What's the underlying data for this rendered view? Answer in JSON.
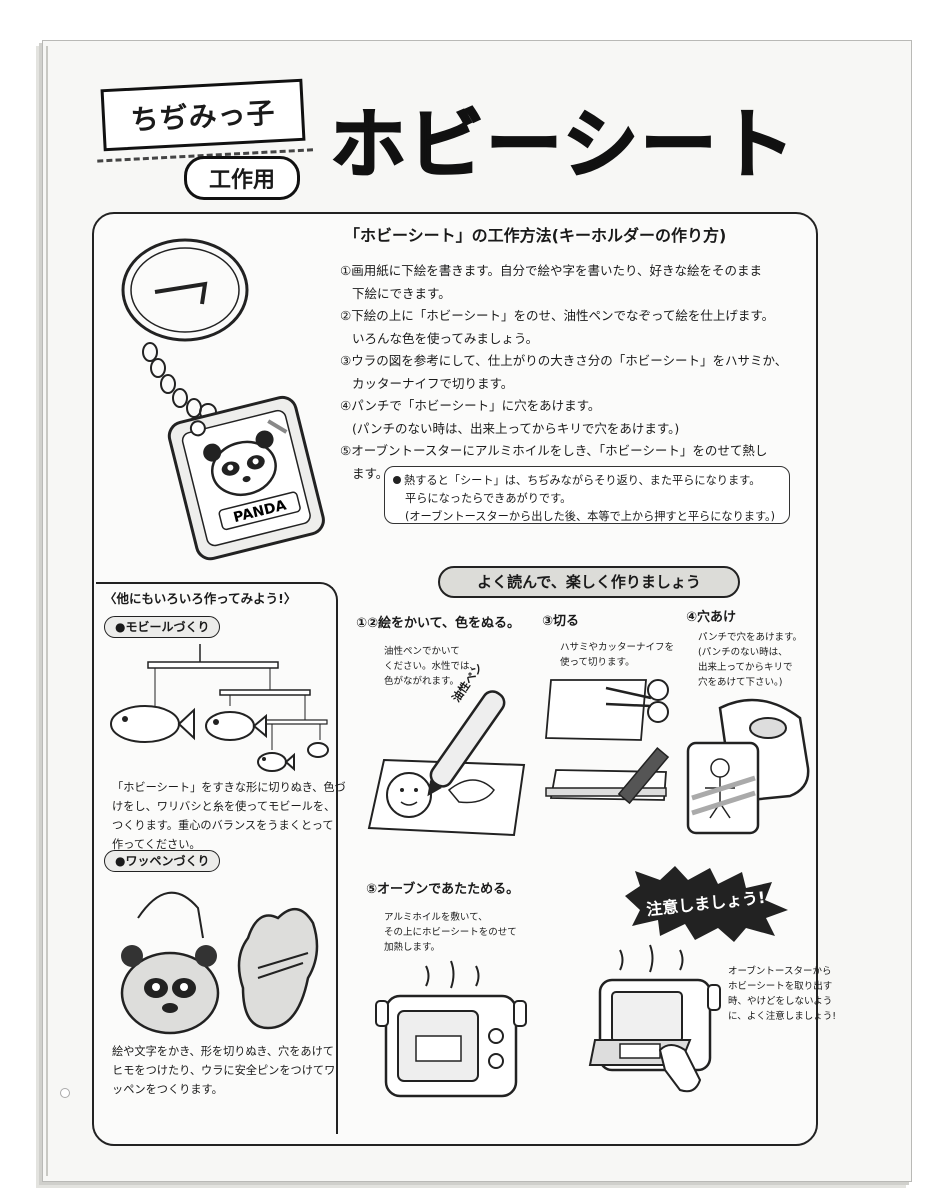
{
  "header": {
    "brand": "ちぢみっ子",
    "use_tag": "工作用",
    "title": "ホビーシート"
  },
  "instructions": {
    "title": "「ホビーシート」の工作方法(キーホルダーの作り方)",
    "steps": [
      "①画用紙に下絵を書きます。自分で絵や字を書いたり、好きな絵をそのまま",
      "下絵にできます。",
      "②下絵の上に「ホビーシート」をのせ、油性ペンでなぞって絵を仕上げます。",
      "いろんな色を使ってみましょう。",
      "③ウラの図を参考にして、仕上がりの大きさ分の「ホビーシート」をハサミか、",
      "カッターナイフで切ります。",
      "④パンチで「ホビーシート」に穴をあけます。",
      "(パンチのない時は、出来上ってからキリで穴をあけます。)",
      "⑤オーブントースターにアルミホイルをしき、「ホビーシート」をのせて熱し",
      "ます。"
    ],
    "note_lines": [
      "熱すると「シート」は、ちぢみながらそり返り、また平らになります。",
      "平らになったらできあがりです。",
      "(オーブントースターから出した後、本等で上から押すと平らになります。)"
    ],
    "keychain_label": "PANDA"
  },
  "other_ideas": {
    "heading": "〈他にもいろいろ作ってみよう!〉",
    "mobile": {
      "tag": "●モビールづくり",
      "text": [
        "「ホビーシート」をすきな形に切りぬき、色づ",
        "けをし、ワリバシと糸を使ってモビールを、",
        "つくります。重心のバランスをうまくとって",
        "作ってください。"
      ]
    },
    "patch": {
      "tag": "●ワッペンづくり",
      "text": [
        "絵や文字をかき、形を切りぬき、穴をあけて",
        "ヒモをつけたり、ウラに安全ピンをつけてワ",
        "ッペンをつくります。"
      ]
    }
  },
  "guide": {
    "banner": "よく読んで、楽しく作りましょう",
    "step12": {
      "label": "①②絵をかいて、色をぬる。",
      "text": [
        "油性ペンでかいて",
        "ください。水性では、",
        "色がながれます。"
      ],
      "pen_label": "油性ペン"
    },
    "step3": {
      "label": "③切る",
      "text": [
        "ハサミやカッターナイフを",
        "使って切ります。"
      ]
    },
    "step4": {
      "label": "④穴あけ",
      "text": [
        "パンチで穴をあけます。",
        "(パンチのない時は、",
        "出来上ってからキリで",
        "穴をあけて下さい。)"
      ]
    },
    "step5": {
      "label": "⑤オーブンであたためる。",
      "text": [
        "アルミホイルを敷いて、",
        "その上にホビーシートをのせて",
        "加熱します。"
      ]
    },
    "caution": {
      "label": "注意しましょう!",
      "text": [
        "オーブントースターから",
        "ホビーシートを取り出す",
        "時、やけどをしないよう",
        "に、よく注意しましょう!"
      ]
    }
  }
}
